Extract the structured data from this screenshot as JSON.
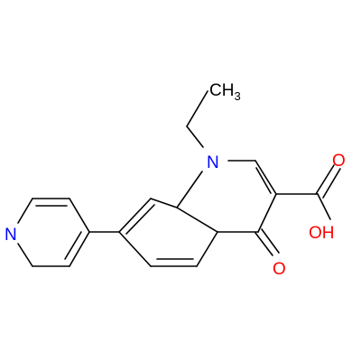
{
  "colors": {
    "bond": "#000000",
    "nitrogen": "#0000ff",
    "oxygen": "#ff0000",
    "background": "#ffffff"
  },
  "atoms": {
    "methyl": {
      "main": "CH",
      "sub": "3"
    },
    "ring_nitrogen": "N",
    "pyridine_nitrogen": "N",
    "carbonyl_oxygen": "O",
    "acid_carbonyl_oxygen": "O",
    "acid_hydroxyl": "OH"
  }
}
